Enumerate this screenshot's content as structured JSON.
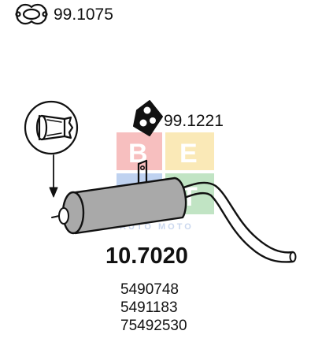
{
  "parts": {
    "clamp": {
      "code": "99.1075",
      "icon": "pipe-clamp-icon"
    },
    "hanger": {
      "code": "99.1221",
      "icon": "rubber-hanger-icon"
    },
    "muffler": {
      "code": "10.7020",
      "icon": "rear-muffler-icon"
    },
    "connector": {
      "icon": "pipe-connector-icon"
    }
  },
  "oem_numbers": [
    "5490748",
    "5491183",
    "75492530"
  ],
  "watermark": {
    "letters": [
      "B",
      "E",
      "R",
      "T"
    ],
    "tagline": "AUTO MOTO",
    "colors": [
      "#e94b4b",
      "#f2c233",
      "#4a7fd6",
      "#4fb35a"
    ]
  },
  "colors": {
    "line": "#111111",
    "muffler_fill": "#a9a9a9",
    "background": "#ffffff"
  }
}
